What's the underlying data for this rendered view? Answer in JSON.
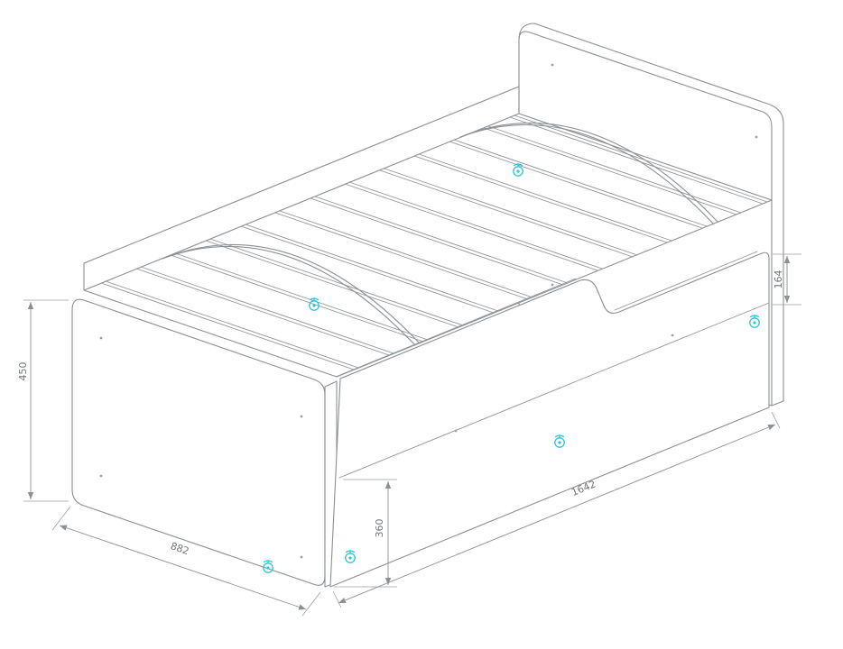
{
  "diagram": {
    "kind": "technical-drawing",
    "subject": "kids-bed-isometric-dimension-drawing",
    "dimension_labels": {
      "end_panel_height": "450",
      "bed_width": "882",
      "drawer_height": "360",
      "bed_length": "1642",
      "guard_step_height": "164"
    },
    "colors": {
      "line": "#8a9094",
      "label_text": "#6f7579",
      "caster_accent": "#2fc5da",
      "background": "#ffffff"
    }
  }
}
